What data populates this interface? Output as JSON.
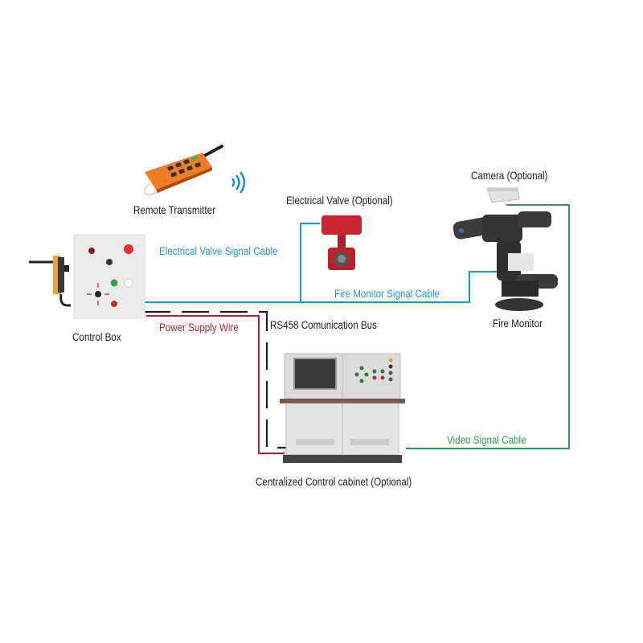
{
  "diagram": {
    "nodes": {
      "remote_transmitter": {
        "label": "Remote Transmitter"
      },
      "control_box": {
        "label": "Control Box"
      },
      "electrical_valve": {
        "label": "Electrical Valve (Optional)"
      },
      "camera": {
        "label": "Camera (Optional)"
      },
      "fire_monitor": {
        "label": "Fire Monitor"
      },
      "control_cabinet": {
        "label": "Centralized Control cabinet (Optional)"
      }
    },
    "connections": {
      "valve_signal": {
        "label": "Electrical Valve Signal Cable",
        "color": "#1d9ad6",
        "from": "Control Box",
        "to": "Electrical Valve (Optional)"
      },
      "monitor_signal": {
        "label": "Fire Monitor Signal Cable",
        "color": "#1d9ad6",
        "from": "Control Box",
        "to": "Fire Monitor"
      },
      "power": {
        "label": "Power Supply Wire",
        "color": "#b5202e",
        "from": "Control Box",
        "to": "Centralized Control cabinet (Optional)"
      },
      "rs485": {
        "label": "RS458 Comunication Bus",
        "color": "#1a1a1a",
        "from": "Control Box",
        "to": "Centralized Control cabinet (Optional)"
      },
      "video": {
        "label": "Video Signal Cable",
        "color": "#2e9a58",
        "from": "Camera (Optional)",
        "to": "Centralized Control cabinet (Optional)"
      }
    }
  }
}
